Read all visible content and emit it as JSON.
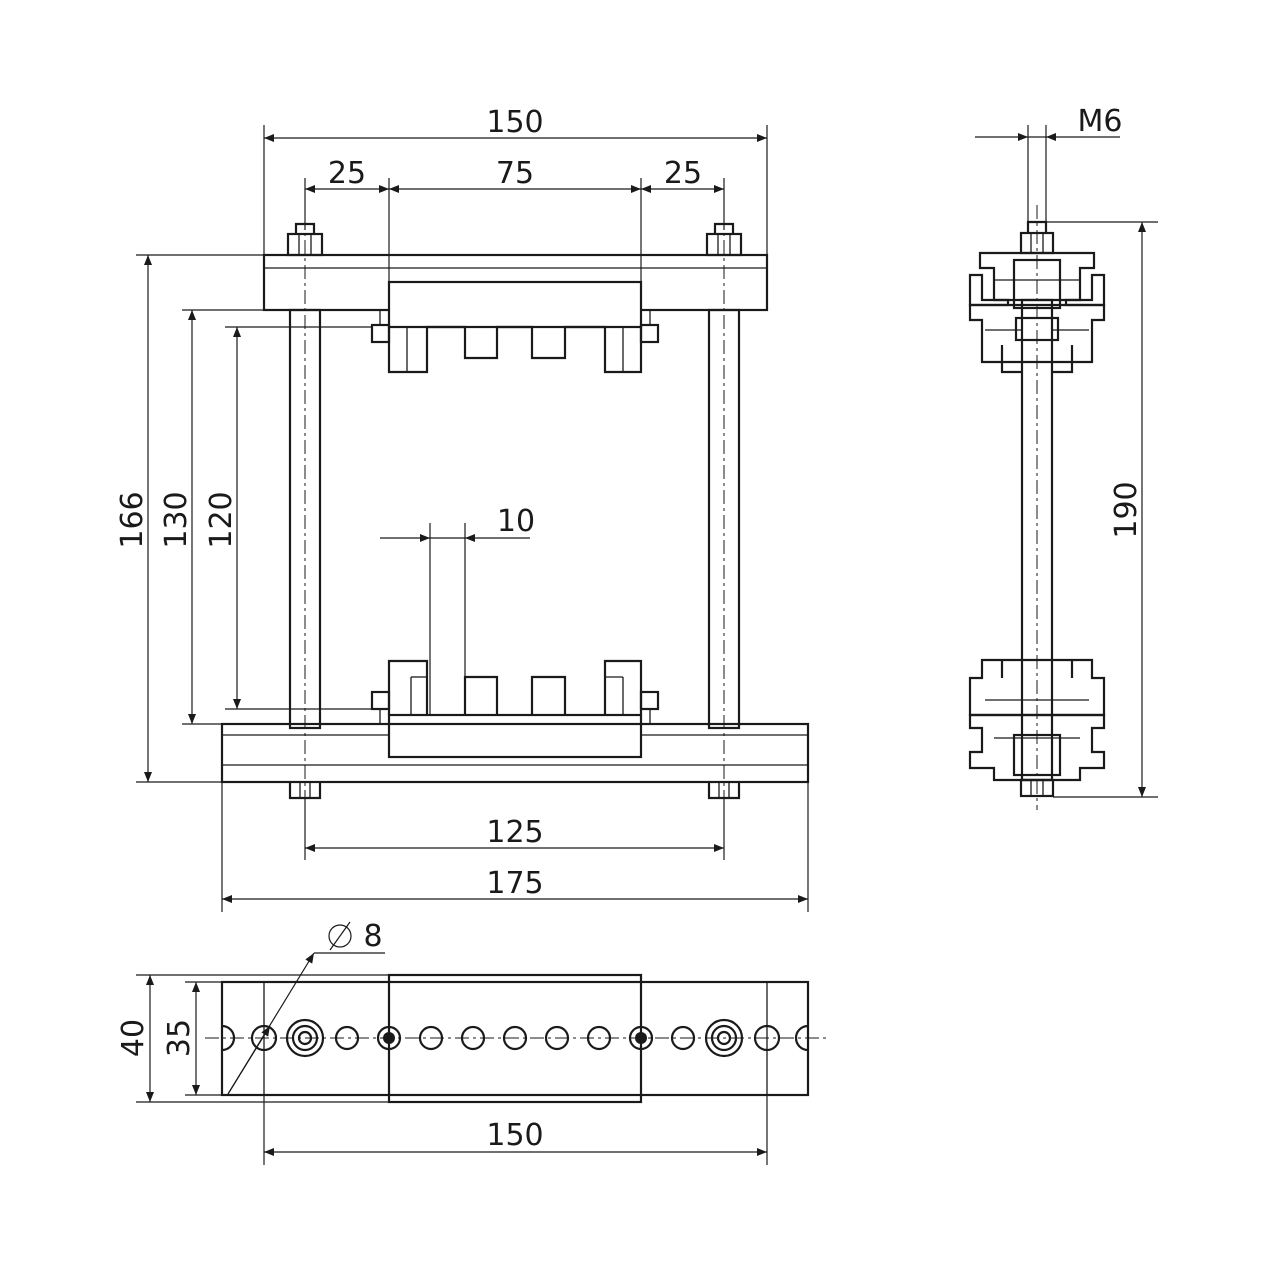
{
  "drawing": {
    "front_view": {
      "top_width": "150",
      "left_offset": "25",
      "manifold_width": "75",
      "right_offset": "25",
      "overall_height": "166",
      "inner_height": "130",
      "manifold_height": "120",
      "outlet_width": "10",
      "bolt_spacing": "125",
      "bottom_width": "175"
    },
    "side_view": {
      "thread": "M6",
      "overall_height": "190"
    },
    "bottom_view": {
      "hole_diameter": "8",
      "depth_outer": "40",
      "depth_inner": "35",
      "length": "150"
    }
  }
}
